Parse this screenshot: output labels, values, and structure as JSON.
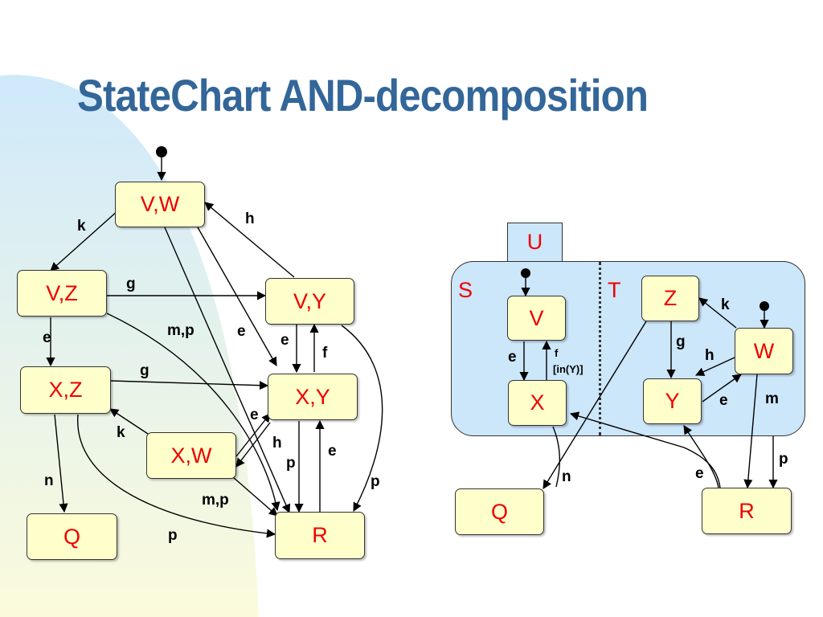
{
  "title": "StateChart AND-decomposition",
  "colors": {
    "title": "#336699",
    "state_fill": "#ffffcc",
    "state_text": "#ee0000",
    "super_fill": "#cce6fa"
  },
  "left": {
    "states": {
      "vw": "V,W",
      "vz": "V,Z",
      "vy": "V,Y",
      "xz": "X,Z",
      "xy": "X,Y",
      "xw": "X,W",
      "q": "Q",
      "r": "R"
    },
    "labels": {
      "k1": "k",
      "h1": "h",
      "g1": "g",
      "mp1": "m,p",
      "e1": "e",
      "e2": "e",
      "e3": "e",
      "f": "f",
      "g2": "g",
      "k2": "k",
      "e4": "e",
      "h2": "h",
      "p1": "p",
      "e5": "e",
      "n": "n",
      "p2": "p",
      "mp2": "m,p",
      "p3": "p"
    }
  },
  "right": {
    "superstate": "U",
    "regions": {
      "s": "S",
      "t": "T"
    },
    "states": {
      "v": "V",
      "x": "X",
      "z": "Z",
      "w": "W",
      "y": "Y",
      "q": "Q",
      "r": "R"
    },
    "labels": {
      "e1": "e",
      "f": "f",
      "guard": "[in(Y)]",
      "k": "k",
      "g": "g",
      "h": "h",
      "e2": "e",
      "m": "m",
      "p": "p",
      "n": "n",
      "e3": "e"
    }
  }
}
